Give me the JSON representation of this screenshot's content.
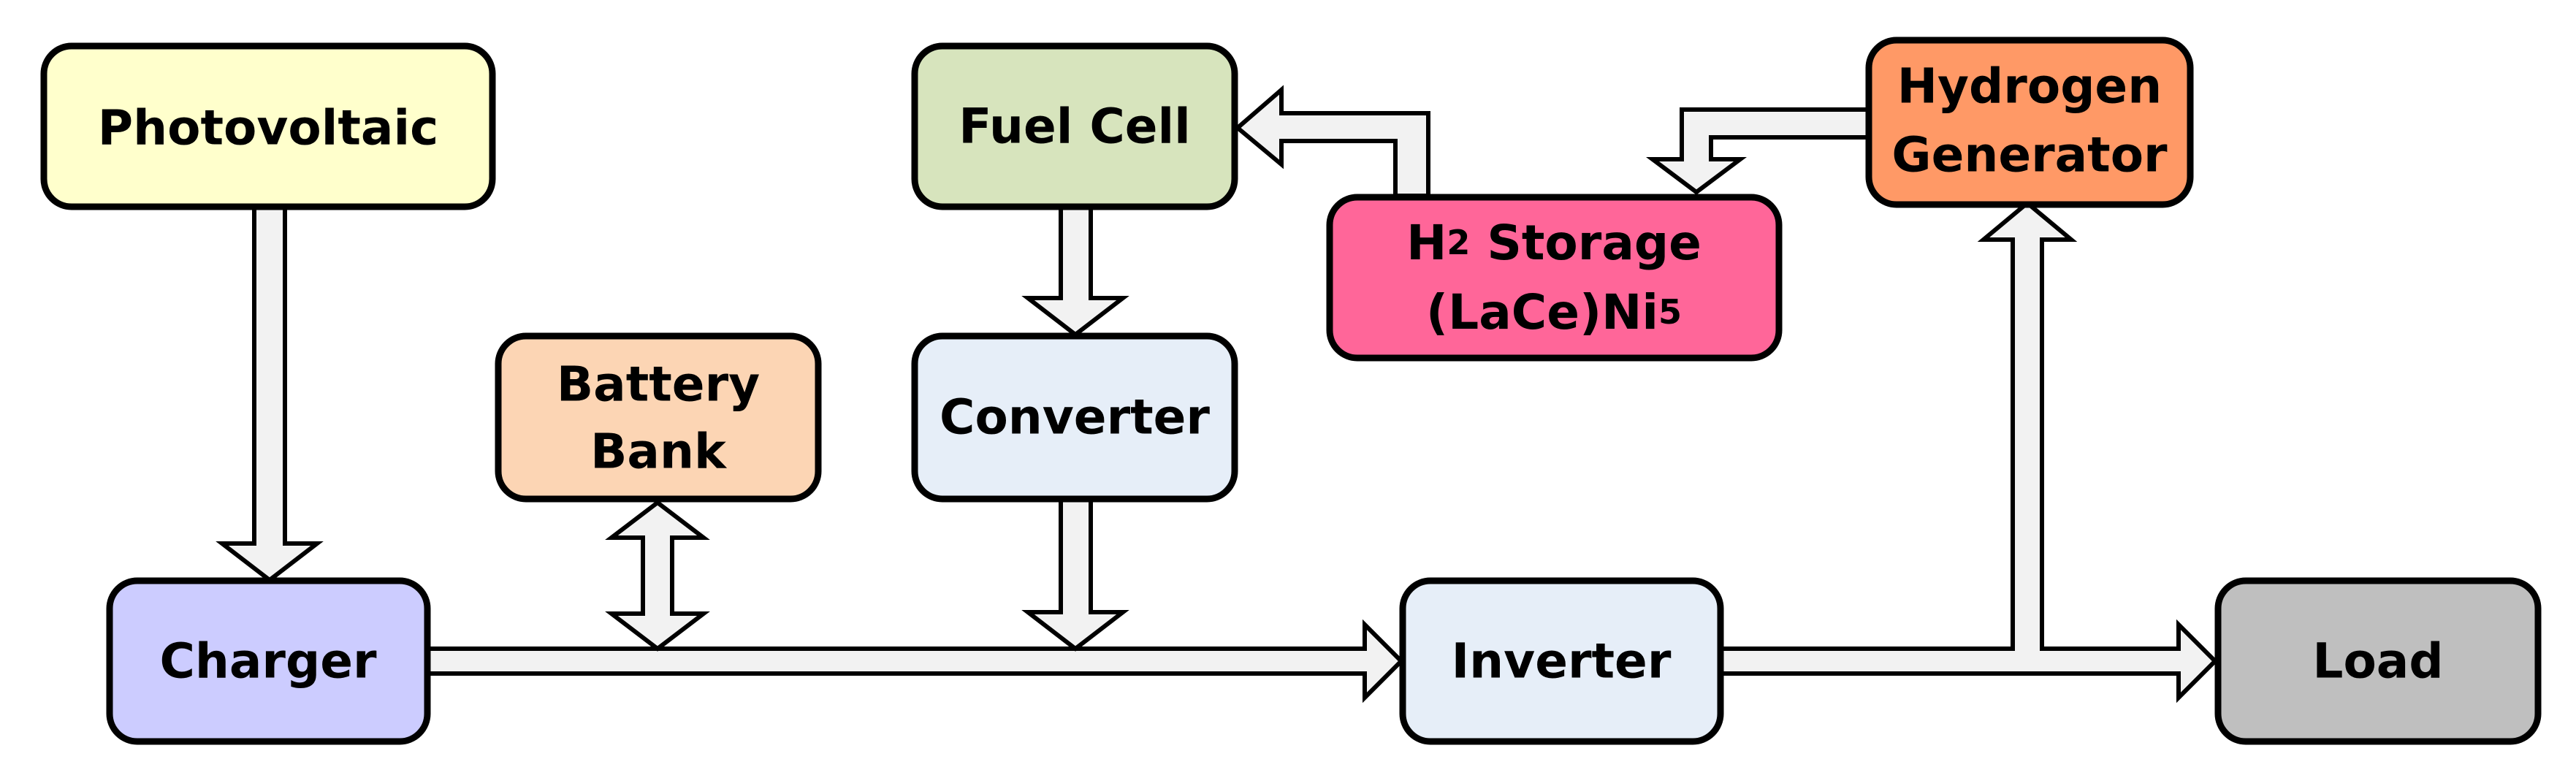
{
  "nodes": {
    "photovoltaic": {
      "label": "Photovoltaic",
      "color": "#FFFFCC"
    },
    "charger": {
      "label": "Charger",
      "color": "#CCCCFF"
    },
    "battery_bank": {
      "line1": "Battery",
      "line2": "Bank",
      "color": "#FCD5B4"
    },
    "fuel_cell": {
      "label": "Fuel Cell",
      "color": "#D7E4BD"
    },
    "converter": {
      "label": "Converter",
      "color": "#E6EEF8"
    },
    "h2_storage": {
      "h": "H",
      "sub": "2",
      "storage": " Storage",
      "formula_main": "(LaCe)Ni",
      "formula_sub": "5",
      "color": "#FF6699"
    },
    "hydrogen_generator": {
      "line1": "Hydrogen",
      "line2": "Generator",
      "color": "#FF9966"
    },
    "inverter": {
      "label": "Inverter",
      "color": "#E6EEF8"
    },
    "load": {
      "label": "Load",
      "color": "#BFBFBF"
    }
  },
  "arrow_fill": "#F2F2F2",
  "border_color": "#000000"
}
